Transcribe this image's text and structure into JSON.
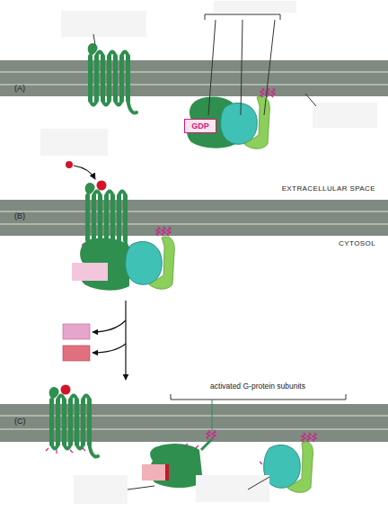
{
  "diagram": {
    "nodes": [
      {
        "text": [
          "GDP"
        ]
      }
    ],
    "labels": [
      "(A)",
      "EXTRACELLULAR SPACE",
      "(B)",
      "CYTOSOL",
      "activated G-protein subunits",
      "(C)"
    ]
  }
}
